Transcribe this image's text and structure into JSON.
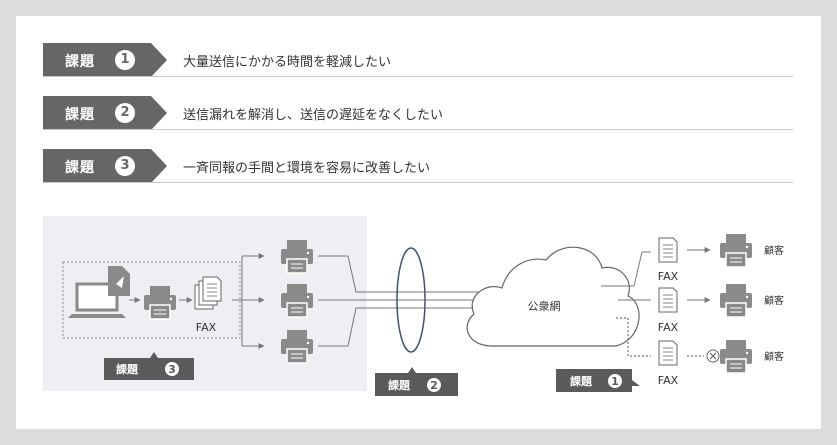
{
  "issues": [
    {
      "word": "課題",
      "num": "1",
      "text": "大量送信にかかる時間を軽減したい"
    },
    {
      "word": "課題",
      "num": "2",
      "text": "送信漏れを解消し、送信の遅延をなくしたい"
    },
    {
      "word": "課題",
      "num": "3",
      "text": "一斉同報の手間と環境を容易に改善したい"
    }
  ],
  "diagram": {
    "fax_label": "FAX",
    "network_label": "公衆網",
    "customer_label": "顧客",
    "tag_word": "課題",
    "tag_nums": [
      "3",
      "2",
      "1"
    ]
  },
  "colors": {
    "tag": "#666666",
    "printer": "#8a8a8a",
    "panel": "#eeeff3",
    "line": "#777777",
    "ring": "#3d5470"
  }
}
